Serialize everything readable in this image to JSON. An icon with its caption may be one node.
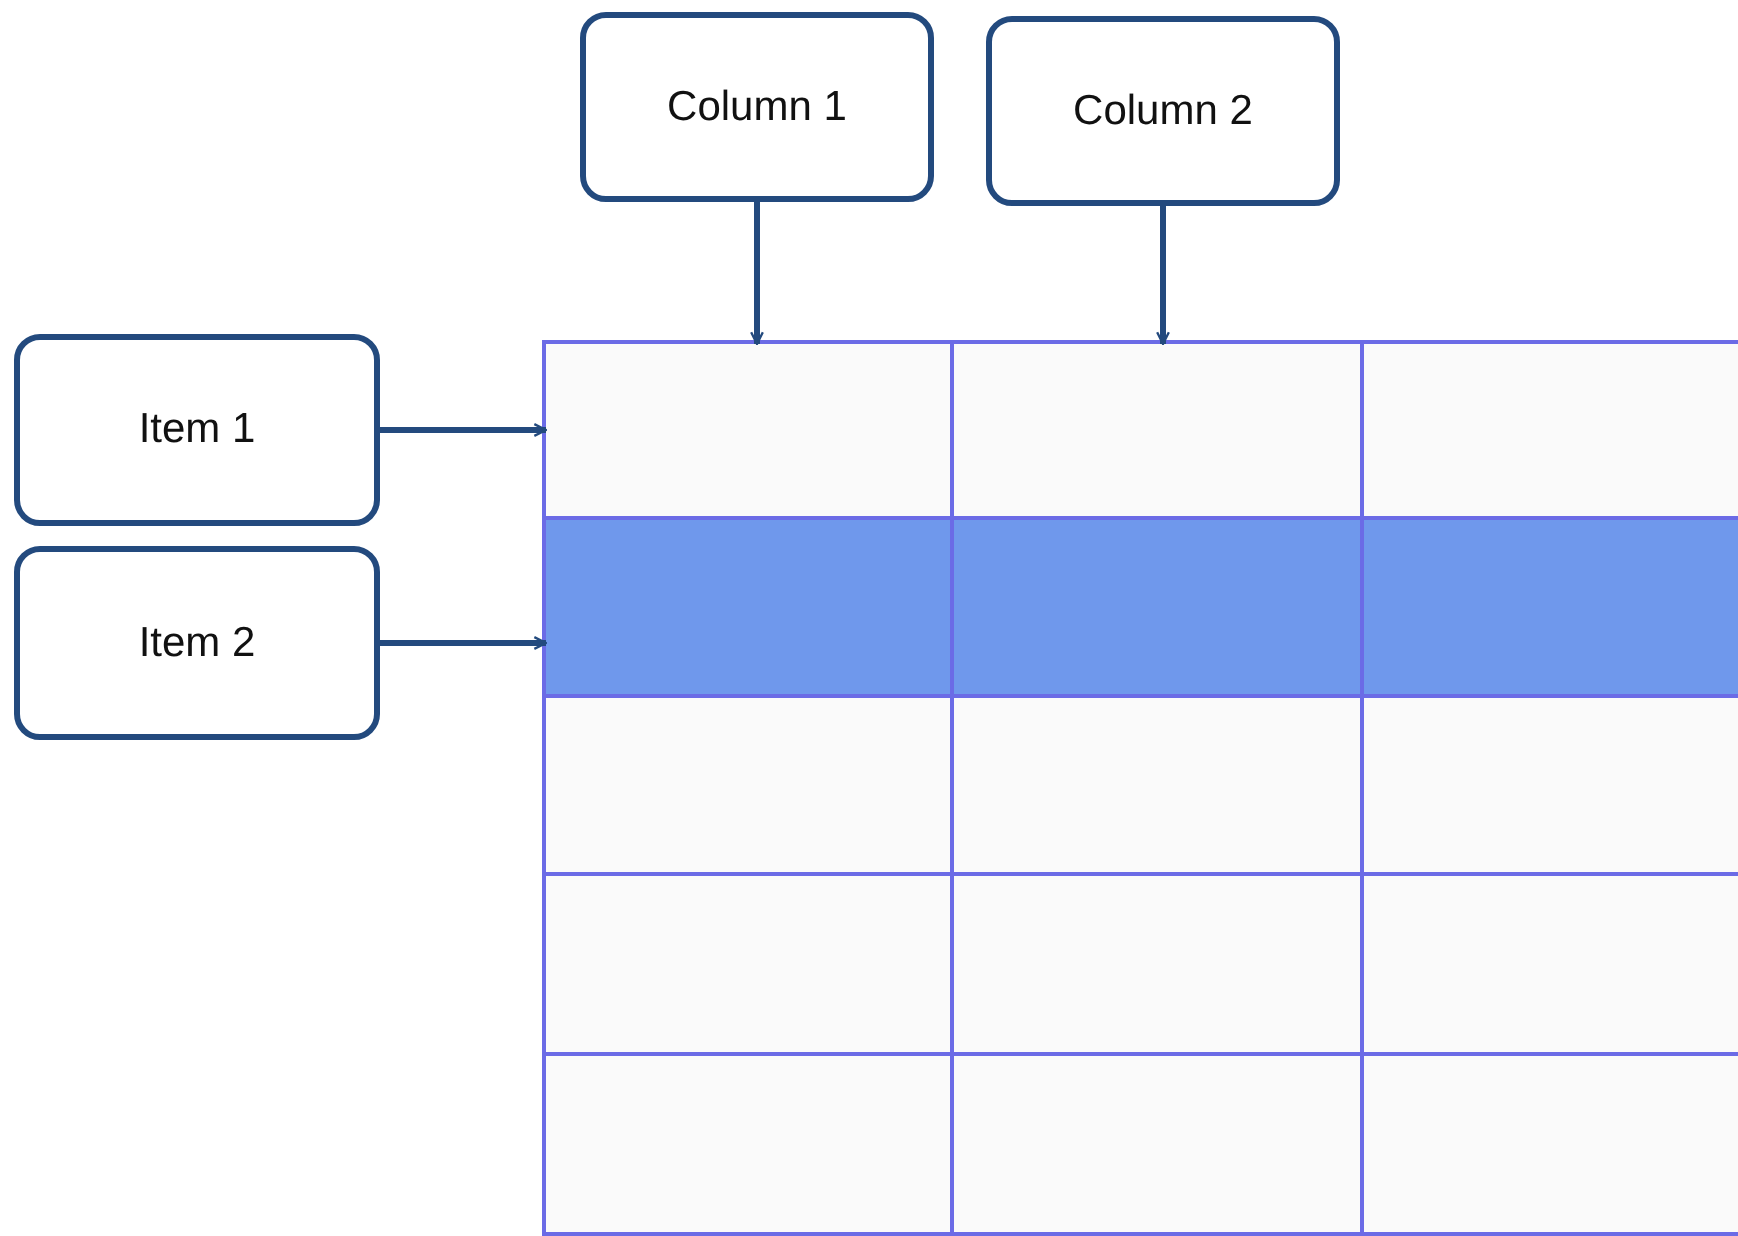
{
  "diagram": {
    "nodes": [
      {
        "text": [
          "Column 1"
        ]
      },
      {
        "text": [
          "Column 2"
        ]
      },
      {
        "text": [
          "Item 1"
        ]
      },
      {
        "text": [
          "Item 2"
        ]
      },
      {
        "text": [],
        "shape": "box"
      },
      {
        "text": [],
        "shape": "box",
        "in": 4
      },
      {
        "text": [],
        "shape": "box",
        "in": 4
      },
      {
        "text": [],
        "shape": "box",
        "in": 4
      },
      {
        "text": [],
        "shape": "box",
        "in": 4
      },
      {
        "text": [],
        "shape": "box",
        "in": 4
      },
      {
        "text": [],
        "shape": "box",
        "in": 4
      },
      {
        "text": [],
        "shape": "box",
        "in": 4
      },
      {
        "text": [],
        "shape": "box",
        "in": 4
      },
      {
        "text": [],
        "shape": "box",
        "in": 4
      },
      {
        "text": [],
        "shape": "box",
        "in": 4
      },
      {
        "text": [],
        "shape": "box",
        "in": 4
      },
      {
        "text": [],
        "shape": "box",
        "in": 4
      },
      {
        "text": [],
        "shape": "box",
        "in": 4
      },
      {
        "text": [],
        "shape": "box",
        "in": 4
      },
      {
        "text": [],
        "shape": "box",
        "in": 4
      }
    ],
    "edges": [
      {
        "from": 0,
        "to": 5,
        "arrow": "to"
      },
      {
        "from": 1,
        "to": 6,
        "arrow": "to"
      },
      {
        "from": 2,
        "to": 5,
        "arrow": "to"
      },
      {
        "from": 3,
        "to": 8,
        "arrow": "to"
      }
    ]
  }
}
